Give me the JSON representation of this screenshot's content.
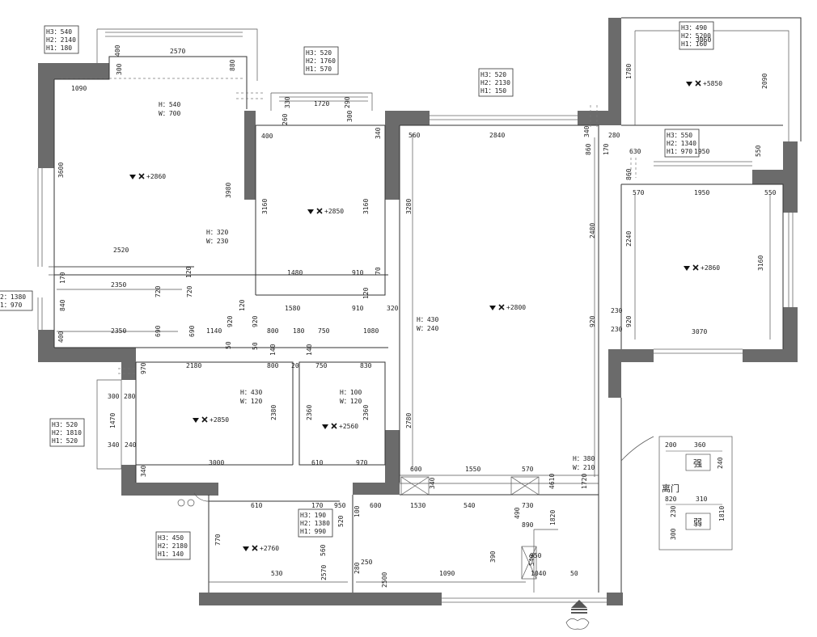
{
  "windows_info": [
    {
      "id": "wi1",
      "lines": [
        "H3：540",
        "H2：2140",
        "H1：180"
      ]
    },
    {
      "id": "wi2",
      "lines": [
        "H3：520",
        "H2：1760",
        "H1：570"
      ]
    },
    {
      "id": "wi3",
      "lines": [
        "H3：520",
        "H2：2130",
        "H1：150"
      ]
    },
    {
      "id": "wi4",
      "lines": [
        "H3：490",
        "H2：5200",
        "H1：160"
      ]
    },
    {
      "id": "wi5",
      "lines": [
        "H3：550",
        "H2：1340",
        "H1：970"
      ]
    },
    {
      "id": "wi6",
      "lines": [
        "2：1380",
        "1：970"
      ]
    },
    {
      "id": "wi7",
      "lines": [
        "H3：520",
        "H2：1810",
        "H1：520"
      ]
    },
    {
      "id": "wi8",
      "lines": [
        "H3：190",
        "H2：1380",
        "H1：990"
      ]
    },
    {
      "id": "wi9",
      "lines": [
        "H3：450",
        "H2：2180",
        "H1：140"
      ]
    }
  ],
  "openings": [
    {
      "id": "op1",
      "lines": [
        "H：540",
        "W：700"
      ]
    },
    {
      "id": "op2",
      "lines": [
        "H：320",
        "W：230"
      ]
    },
    {
      "id": "op3",
      "lines": [
        "H：430",
        "W：240"
      ]
    },
    {
      "id": "op4",
      "lines": [
        "H：430",
        "W：120"
      ]
    },
    {
      "id": "op5",
      "lines": [
        "H：100",
        "W：120"
      ]
    },
    {
      "id": "op6",
      "lines": [
        "H：380",
        "W：210"
      ]
    }
  ],
  "levels": [
    "+2860",
    "+2850",
    "+5850",
    "+2860",
    "+2800",
    "+2850",
    "+2560",
    "+2760"
  ],
  "dimensions": [
    "2570",
    "880",
    "400",
    "300",
    "1090",
    "3600",
    "3980",
    "2520",
    "1720",
    "330",
    "260",
    "290",
    "300",
    "340",
    "400",
    "3160",
    "3160",
    "1480",
    "910",
    "70",
    "560",
    "2840",
    "340",
    "860",
    "3280",
    "2480",
    "920",
    "2780",
    "3060",
    "1780",
    "2090",
    "280",
    "170",
    "630",
    "1950",
    "550",
    "860",
    "570",
    "1950",
    "550",
    "2240",
    "3160",
    "230",
    "230",
    "920",
    "3070",
    "170",
    "2350",
    "720",
    "120",
    "720",
    "840",
    "400",
    "2350",
    "690",
    "690",
    "1140",
    "920",
    "1580",
    "910",
    "320",
    "120",
    "120",
    "800",
    "180",
    "750",
    "1080",
    "50",
    "920",
    "50",
    "140",
    "140",
    "2180",
    "800",
    "20",
    "750",
    "830",
    "2380",
    "2360",
    "2360",
    "300",
    "280",
    "970",
    "1470",
    "340",
    "240",
    "340",
    "3000",
    "610",
    "970",
    "600",
    "1550",
    "570",
    "340",
    "4610",
    "1720",
    "610",
    "170",
    "950",
    "600",
    "1530",
    "540",
    "730",
    "490",
    "890",
    "1820",
    "770",
    "100",
    "520",
    "560",
    "250",
    "280",
    "2500",
    "530",
    "2570",
    "1090",
    "390",
    "950",
    "540",
    "1040",
    "50"
  ],
  "legend": {
    "title": "离门",
    "strong_label": "强",
    "weak_label": "弱",
    "top_dims": [
      "200",
      "360",
      "240"
    ],
    "bottom_dims": [
      "820",
      "310",
      "1810",
      "300",
      "230"
    ]
  }
}
